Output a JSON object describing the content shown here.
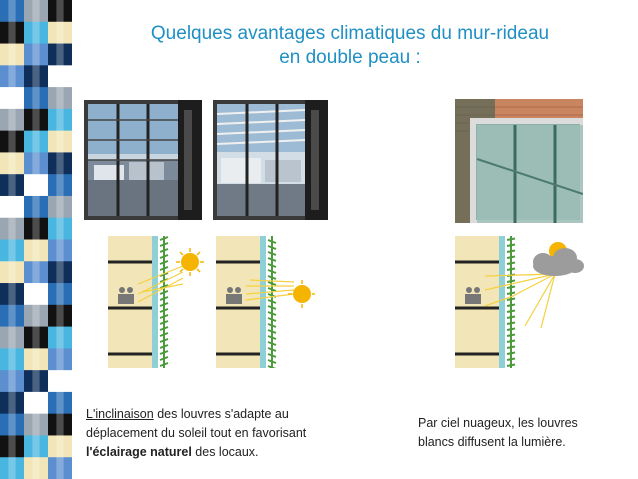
{
  "slide": {
    "title_line1": "Quelques avantages climatiques du mur-rideau",
    "title_line2": "en double peau :"
  },
  "captions": {
    "left": {
      "underlined": "L'inclinaison",
      "part1": " des louvres s'adapte au déplacement du soleil tout en favorisant ",
      "bold1": "l'éclairage naturel",
      "part2": " des locaux."
    },
    "right": {
      "text": "Par ciel nuageux, les louvres blancs diffusent la lumière."
    }
  },
  "colors": {
    "title": "#1f8fc4",
    "pattern_blue": "#2a6fb5",
    "pattern_cyan": "#49b6e0",
    "pattern_navy": "#0f2f5a",
    "pattern_gray": "#9aa6b2",
    "pattern_cream": "#f2e6b8",
    "sun": "#f4b400",
    "louvre_green": "#4c9a3c",
    "glass": "#8fd0d8"
  }
}
